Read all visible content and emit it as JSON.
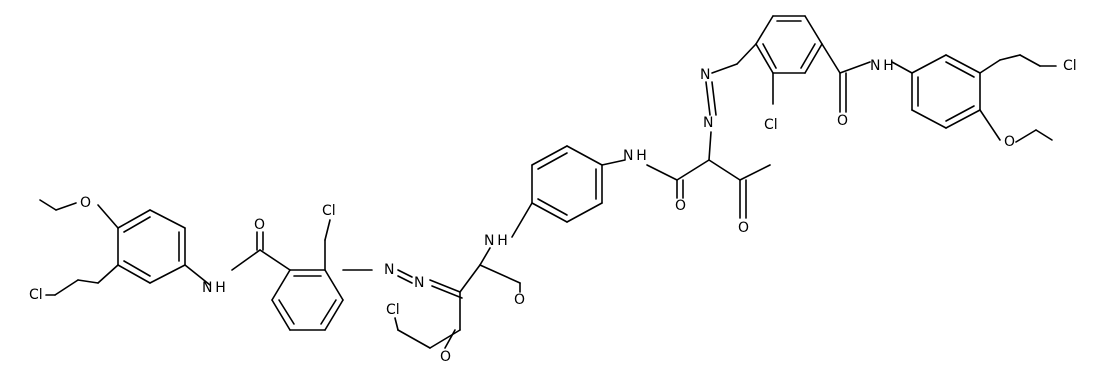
{
  "atom_labels": {
    "cl_top_chain": "Cl",
    "nh_top_amide": "N H",
    "o_top_amide": "O",
    "cl_top_ring": "Cl",
    "n_top_azo_1": "N",
    "n_top_azo_2": "N",
    "o_top_ether": "O",
    "nh_center_top": "N H",
    "o_center_amide_top": "O",
    "o_center_keto_top": "O",
    "cl_left_ring": "Cl",
    "o_left_amide": "O",
    "o_left_ether": "O",
    "nh_left_amide": "N H",
    "cl_left_chain": "Cl",
    "n_left_azo_1": "N",
    "n_left_azo_2": "N",
    "nh_center_left": "N H",
    "o_center_amide_left": "O",
    "cl_bottom_chain": "Cl",
    "o_bottom_keto": "O"
  },
  "colors": {
    "line": "#000000",
    "background": "#ffffff"
  }
}
